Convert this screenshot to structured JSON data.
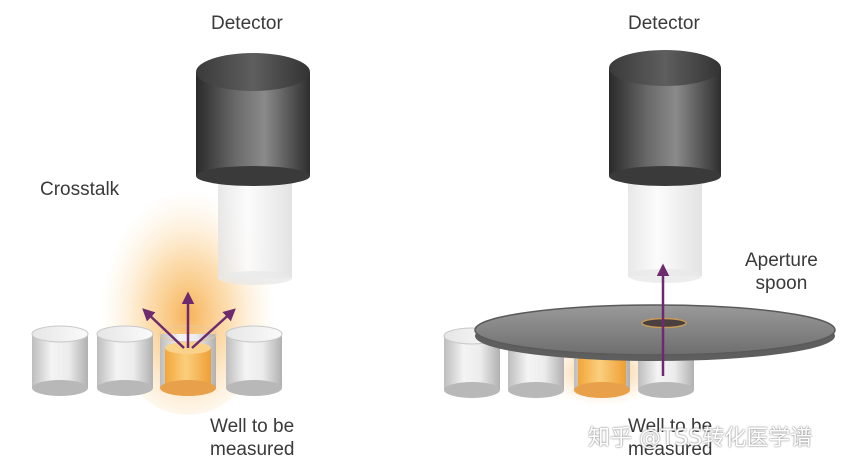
{
  "left_panel": {
    "detector_label": "Detector",
    "crosstalk_label": "Crosstalk",
    "well_label": "Well to be\nmeasured"
  },
  "right_panel": {
    "detector_label": "Detector",
    "aperture_label": "Aperture\nspoon",
    "well_label": "Well to be\nmeasured"
  },
  "watermark": "知乎 @TSS转化医学谱",
  "colors": {
    "detector_dark": "#3c3c3c",
    "glow_orange": "#f7b24a",
    "arrow_purple": "#6e2a6e",
    "plate_gray": "#7d7d7d",
    "label_text": "#3a3a3a"
  }
}
